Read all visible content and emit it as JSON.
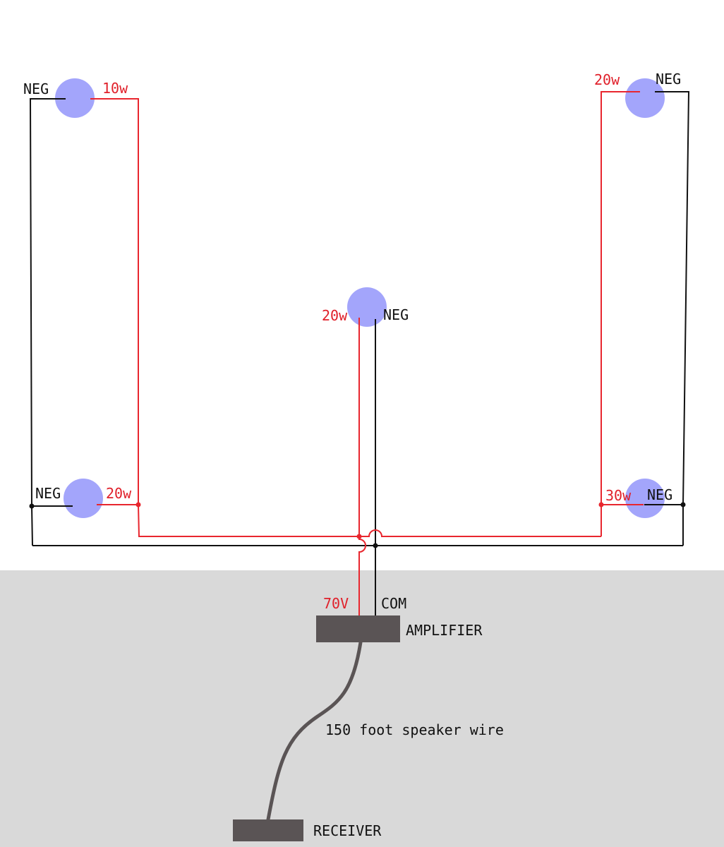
{
  "colors": {
    "positive_wire": "#e8262e",
    "negative_wire": "#111111",
    "speaker": "#a3a5fb",
    "equipment": "#5a5455",
    "equipment_zone": "#d9d9d9"
  },
  "speakers": {
    "top_left": {
      "tap": "10w",
      "neg": "NEG"
    },
    "top_right": {
      "tap": "20w",
      "neg": "NEG"
    },
    "center": {
      "tap": "20w",
      "neg": "NEG"
    },
    "bottom_left": {
      "tap": "20w",
      "neg": "NEG"
    },
    "bottom_right": {
      "tap": "30w",
      "neg": "NEG"
    }
  },
  "amplifier": {
    "label": "AMPLIFIER",
    "voltage_terminal": "70V",
    "common_terminal": "COM"
  },
  "receiver": {
    "label": "RECEIVER"
  },
  "cable": {
    "label": "150 foot speaker wire"
  }
}
